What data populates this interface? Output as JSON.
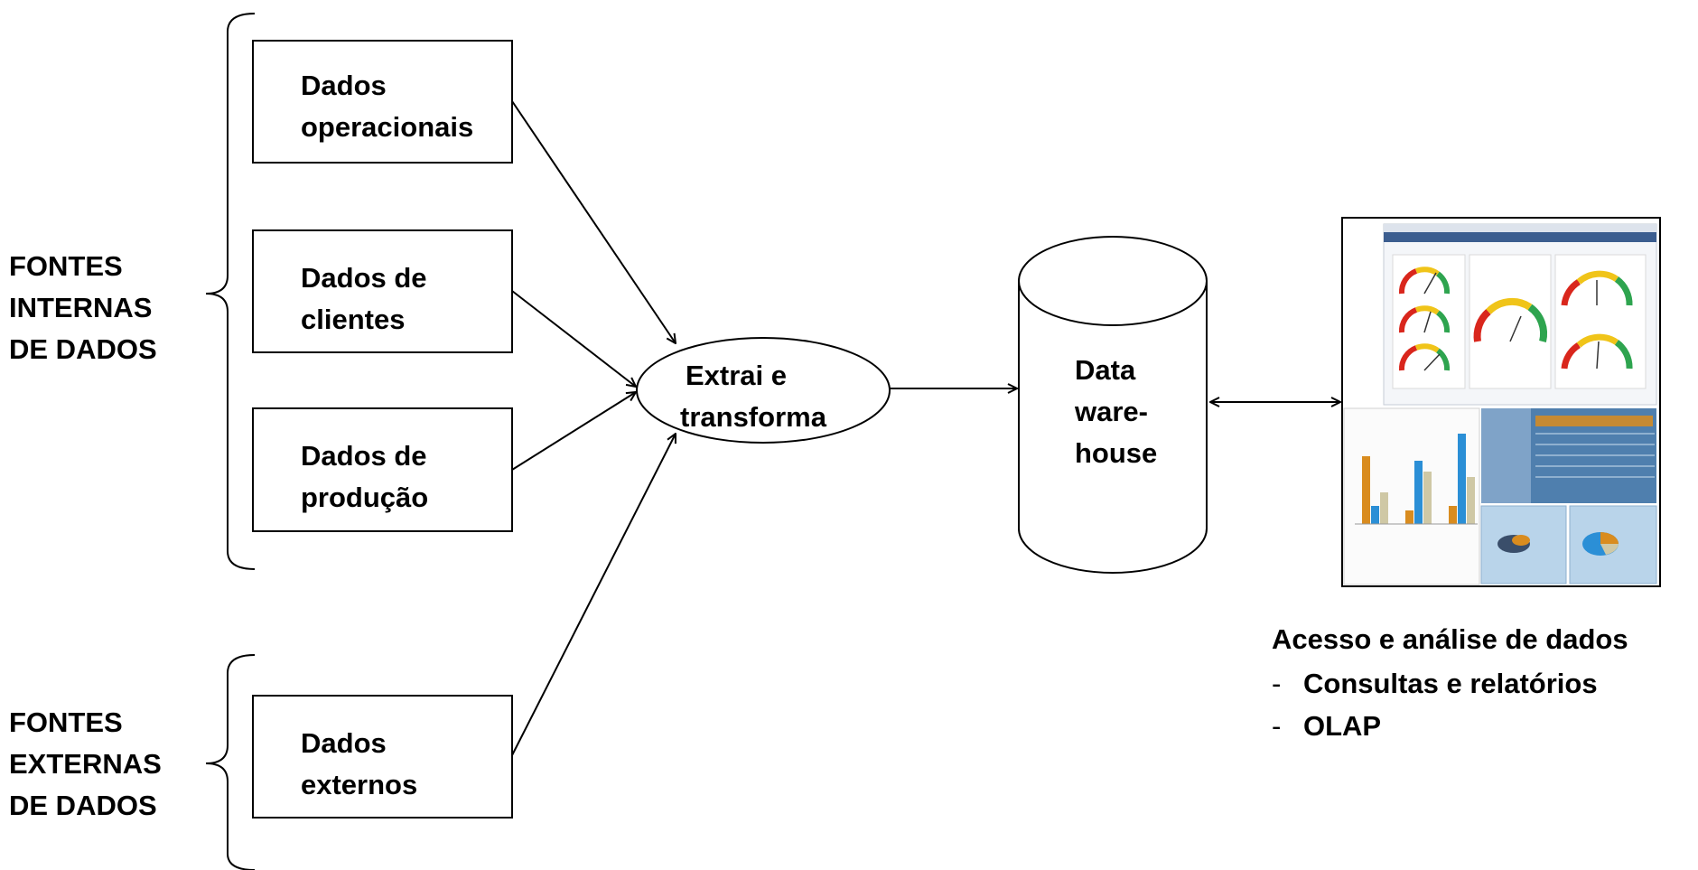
{
  "groups": {
    "internal": [
      "FONTES",
      "INTERNAS",
      "DE DADOS"
    ],
    "external": [
      "FONTES",
      "EXTERNAS",
      "DE DADOS"
    ]
  },
  "sources": {
    "operacionais": [
      "Dados",
      "operacionais"
    ],
    "clientes": [
      "Dados de",
      "clientes"
    ],
    "producao": [
      "Dados de",
      "produção"
    ],
    "externos": [
      "Dados",
      "externos"
    ]
  },
  "process": [
    "Extrai e",
    "transforma"
  ],
  "warehouse": [
    "Data",
    "ware-",
    "house"
  ],
  "access": {
    "title": "Acesso e análise de dados",
    "items": [
      "Consultas e relatórios",
      "OLAP"
    ],
    "bullet": "-"
  },
  "colors": {
    "stroke": "#000000",
    "gauge_red": "#d9261c",
    "gauge_yellow": "#f0c419",
    "gauge_green": "#2ea44f",
    "bar_orange": "#d98c1f",
    "bar_blue": "#2b8fd6",
    "bar_tan": "#cfc8a5",
    "panel_blue": "#4f7fae"
  },
  "icons": [
    "dashboard-screenshot-icon"
  ]
}
